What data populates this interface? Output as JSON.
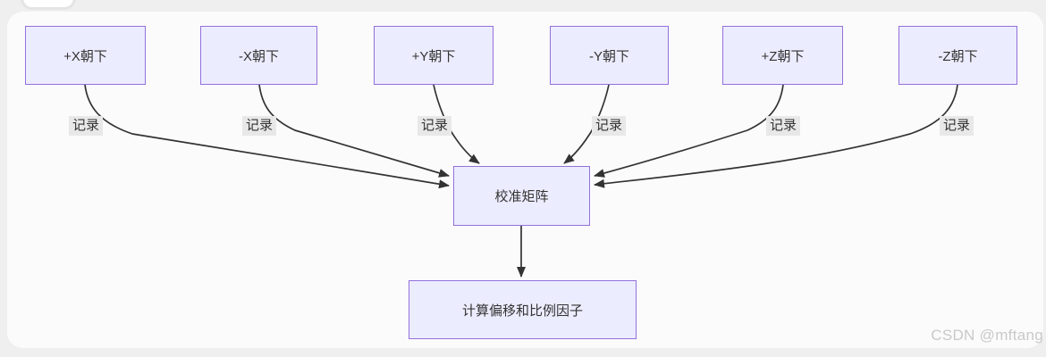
{
  "diagram": {
    "type": "flowchart",
    "direction": "top-down",
    "top_nodes": [
      {
        "label": "+X朝下"
      },
      {
        "label": "-X朝下"
      },
      {
        "label": "+Y朝下"
      },
      {
        "label": "-Y朝下"
      },
      {
        "label": "+Z朝下"
      },
      {
        "label": "-Z朝下"
      }
    ],
    "center_node": {
      "label": "校准矩阵"
    },
    "bottom_node": {
      "label": "计算偏移和比例因子"
    },
    "edges": [
      {
        "from": "+X朝下",
        "to": "校准矩阵",
        "label": "记录"
      },
      {
        "from": "-X朝下",
        "to": "校准矩阵",
        "label": "记录"
      },
      {
        "from": "+Y朝下",
        "to": "校准矩阵",
        "label": "记录"
      },
      {
        "from": "-Y朝下",
        "to": "校准矩阵",
        "label": "记录"
      },
      {
        "from": "+Z朝下",
        "to": "校准矩阵",
        "label": "记录"
      },
      {
        "from": "-Z朝下",
        "to": "校准矩阵",
        "label": "记录"
      },
      {
        "from": "校准矩阵",
        "to": "计算偏移和比例因子",
        "label": ""
      }
    ],
    "colors": {
      "node_fill": "#ECECFF",
      "node_border": "#9370DB",
      "node_text": "#333333",
      "edge_stroke": "#333333",
      "edge_label_bg": "#e8e8e8"
    }
  },
  "watermark": {
    "text": "CSDN @mftang"
  }
}
